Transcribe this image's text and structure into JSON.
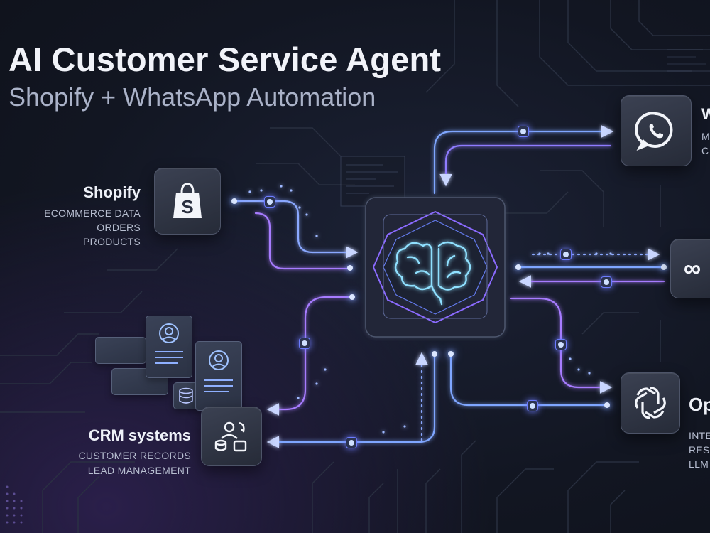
{
  "header": {
    "title": "AI Customer Service Agent",
    "subtitle": "Shopify + WhatsApp Automation"
  },
  "nodes": {
    "shopify": {
      "title": "Shopify",
      "lines": [
        "ECOMMERCE DATA",
        "ORDERS",
        "PRODUCTS"
      ]
    },
    "crm": {
      "title": "CRM systems",
      "lines": [
        "CUSTOMER RECORDS",
        "LEAD MANAGEMENT"
      ]
    },
    "whatsapp": {
      "title": "W",
      "lines": [
        "M",
        "C"
      ]
    },
    "openai": {
      "title": "Op",
      "lines": [
        "INTE",
        "RESI",
        "LLM"
      ]
    },
    "integration": {
      "symbol": "∞"
    }
  },
  "colors": {
    "accent_blue": "#6f9bff",
    "accent_purple": "#a77bff",
    "glow_cyan": "#7fd8ff"
  },
  "icons": {
    "center": "brain-icon",
    "shopify": "shopify-bag-icon",
    "whatsapp": "whatsapp-icon",
    "openai": "openai-icon",
    "crm": "crm-sync-icon",
    "integration": "infinity-link-icon"
  }
}
